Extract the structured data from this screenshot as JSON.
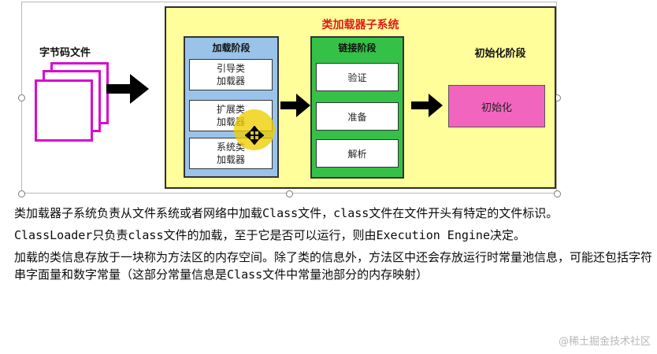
{
  "diagram": {
    "bytecode_label": "字节码文件",
    "subsystem_title": "类加载器子系统",
    "loading_phase": {
      "title": "加载阶段",
      "loaders": [
        {
          "line1": "引导类",
          "line2": "加载器"
        },
        {
          "line1": "扩展类",
          "line2": "加载器"
        },
        {
          "line1": "系统类",
          "line2": "加载器"
        }
      ]
    },
    "linking_phase": {
      "title": "链接阶段",
      "steps": [
        "验证",
        "准备",
        "解析"
      ]
    },
    "init_phase": {
      "title": "初始化阶段",
      "box_label": "初始化"
    },
    "colors": {
      "subsystem_bg": "#fffe9a",
      "subsystem_title": "#e01b1b",
      "loading_bg": "#9ac3ea",
      "linking_bg": "#35c148",
      "init_bg": "#f165bf",
      "page_border": "#d70ccf"
    },
    "icons": [
      "arrow-right-icon",
      "move-cursor-icon"
    ]
  },
  "description": [
    "类加载器子系统负责从文件系统或者网络中加载Class文件，class文件在文件开头有特定的文件标识。",
    "ClassLoader只负责class文件的加载，至于它是否可以运行，则由Execution Engine决定。",
    "加载的类信息存放于一块称为方法区的内存空间。除了类的信息外，方法区中还会存放运行时常量池信息，可能还包括字符串字面量和数字常量（这部分常量信息是Class文件中常量池部分的内存映射）"
  ],
  "watermark": "@稀土掘金技术社区"
}
